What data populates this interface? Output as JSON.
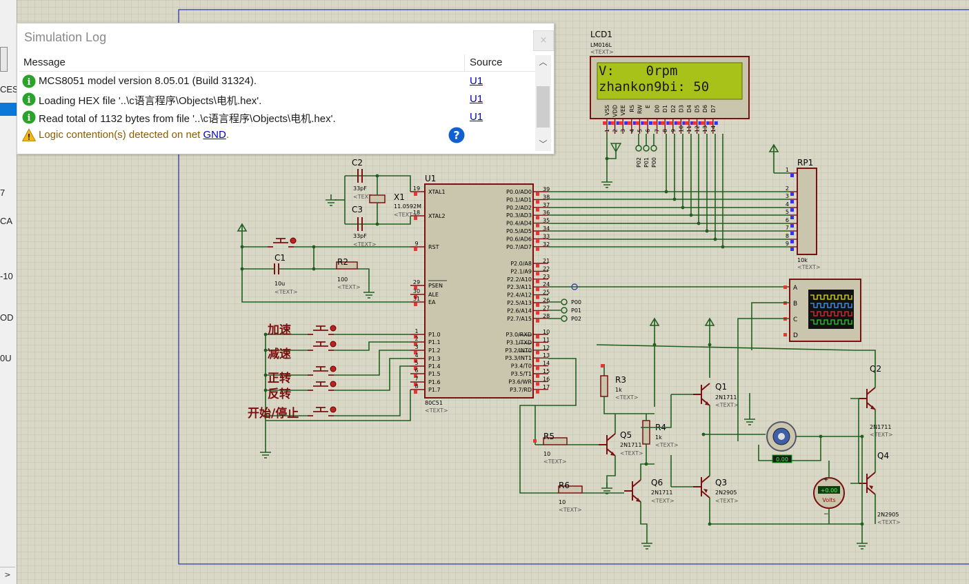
{
  "side_panel": {
    "cut_texts": [
      "CES",
      "7",
      "CA",
      "-10",
      "OD",
      "0U"
    ],
    "scroll_arrow": ">"
  },
  "log": {
    "title": "Simulation Log",
    "close_glyph": "×",
    "col_message": "Message",
    "col_source": "Source",
    "rows": [
      {
        "icon": "info-icon",
        "text": "MCS8051 model version 8.05.01 (Build 31324).",
        "source": "U1"
      },
      {
        "icon": "info-icon",
        "text": "Loading HEX file '..\\c语言程序\\Objects\\电机.hex'.",
        "source": "U1"
      },
      {
        "icon": "info-icon",
        "text": "Read total of 1132 bytes from file '..\\c语言程序\\Objects\\电机.hex'.",
        "source": "U1"
      }
    ],
    "warning": {
      "icon": "warning-icon",
      "text": "Logic contention(s) detected on net ",
      "net": "GND",
      "suffix": "."
    }
  },
  "lcd": {
    "ref": "LCD1",
    "model": "LM016L",
    "text_tag": "<TEXT>",
    "line1": "V:    0rpm",
    "line2": "zhankon9bi: 50",
    "pins": [
      "VSS",
      "VDD",
      "VEE",
      "RS",
      "RW",
      "E",
      "D0",
      "D1",
      "D2",
      "D3",
      "D4",
      "D5",
      "D6",
      "D7"
    ],
    "pin_numbers": [
      "1",
      "2",
      "3",
      "4",
      "5",
      "6",
      "7",
      "8",
      "9",
      "10",
      "11",
      "12",
      "13",
      "14"
    ],
    "probes": [
      "P02",
      "P01",
      "P00"
    ]
  },
  "mcu": {
    "ref": "U1",
    "model": "80C51",
    "text_tag": "<TEXT>",
    "left_pins": [
      {
        "num": "19",
        "name": "XTAL1"
      },
      {
        "num": "18",
        "name": "XTAL2"
      },
      {
        "num": "9",
        "name": "RST"
      },
      {
        "num": "29",
        "name": "PSEN"
      },
      {
        "num": "30",
        "name": "ALE"
      },
      {
        "num": "31",
        "name": "EA"
      },
      {
        "num": "1",
        "name": "P1.0"
      },
      {
        "num": "2",
        "name": "P1.1"
      },
      {
        "num": "3",
        "name": "P1.2"
      },
      {
        "num": "4",
        "name": "P1.3"
      },
      {
        "num": "5",
        "name": "P1.4"
      },
      {
        "num": "6",
        "name": "P1.5"
      },
      {
        "num": "7",
        "name": "P1.6"
      },
      {
        "num": "8",
        "name": "P1.7"
      }
    ],
    "right_pins": [
      {
        "num": "39",
        "name": "P0.0/AD0"
      },
      {
        "num": "38",
        "name": "P0.1/AD1"
      },
      {
        "num": "37",
        "name": "P0.2/AD2"
      },
      {
        "num": "36",
        "name": "P0.3/AD3"
      },
      {
        "num": "35",
        "name": "P0.4/AD4"
      },
      {
        "num": "34",
        "name": "P0.5/AD5"
      },
      {
        "num": "33",
        "name": "P0.6/AD6"
      },
      {
        "num": "32",
        "name": "P0.7/AD7"
      },
      {
        "num": "21",
        "name": "P2.0/A8"
      },
      {
        "num": "22",
        "name": "P2.1/A9"
      },
      {
        "num": "23",
        "name": "P2.2/A10"
      },
      {
        "num": "24",
        "name": "P2.3/A11"
      },
      {
        "num": "25",
        "name": "P2.4/A12"
      },
      {
        "num": "26",
        "name": "P2.5/A13"
      },
      {
        "num": "27",
        "name": "P2.6/A14"
      },
      {
        "num": "28",
        "name": "P2.7/A15"
      },
      {
        "num": "10",
        "name": "P3.0/RXD"
      },
      {
        "num": "11",
        "name": "P3.1/TXD"
      },
      {
        "num": "12",
        "name": "P3.2/INT0"
      },
      {
        "num": "13",
        "name": "P3.3/INT1"
      },
      {
        "num": "14",
        "name": "P3.4/T0"
      },
      {
        "num": "15",
        "name": "P3.5/T1"
      },
      {
        "num": "16",
        "name": "P3.6/WR"
      },
      {
        "num": "17",
        "name": "P3.7/RD"
      }
    ],
    "port2_probes": [
      "P00",
      "P01",
      "P02"
    ]
  },
  "components": {
    "c2": {
      "ref": "C2",
      "value": "33pF",
      "tag": "<TEXT>"
    },
    "c3": {
      "ref": "C3",
      "value": "33pF",
      "tag": "<TEXT>"
    },
    "x1": {
      "ref": "X1",
      "value": "11.0592M",
      "tag": "<TEXT>"
    },
    "c1": {
      "ref": "C1",
      "value": "10u",
      "tag": "<TEXT>"
    },
    "r2": {
      "ref": "R2",
      "value": "100",
      "tag": "<TEXT>"
    },
    "rp1": {
      "ref": "RP1",
      "value": "10k",
      "tag": "<TEXT>",
      "pins": [
        "1",
        "2",
        "3",
        "4",
        "5",
        "6",
        "7",
        "8",
        "9"
      ]
    },
    "r3": {
      "ref": "R3",
      "value": "1k",
      "tag": "<TEXT>"
    },
    "r4": {
      "ref": "R4",
      "value": "1k",
      "tag": "<TEXT>"
    },
    "r5": {
      "ref": "R5",
      "value": "10",
      "tag": "<TEXT>"
    },
    "r6": {
      "ref": "R6",
      "value": "10",
      "tag": "<TEXT>"
    },
    "q1": {
      "ref": "Q1",
      "value": "2N1711",
      "tag": "<TEXT>"
    },
    "q2": {
      "ref": "Q2",
      "value": "2N1711",
      "tag": "<TEXT>"
    },
    "q3": {
      "ref": "Q3",
      "value": "2N2905",
      "tag": "<TEXT>"
    },
    "q4": {
      "ref": "Q4",
      "value": "2N2905",
      "tag": "<TEXT>"
    },
    "q5": {
      "ref": "Q5",
      "value": "2N1711",
      "tag": "<TEXT>"
    },
    "q6": {
      "ref": "Q6",
      "value": "2N1711",
      "tag": "<TEXT>"
    },
    "motor_readout": "0.00",
    "voltmeter": {
      "value": "+0.00",
      "unit": "Volts",
      "plus": "+",
      "minus": "−"
    },
    "scope_channels": [
      "A",
      "B",
      "C",
      "D"
    ]
  },
  "buttons": {
    "accel": "加速",
    "decel": "减速",
    "forward": "正转",
    "reverse": "反转",
    "startstop": "开始/停止"
  },
  "colors": {
    "sheet_bg": "#d9d7c6",
    "grid": "#c3c1ae",
    "wire": "#1f5f1f",
    "component": "#7a1010",
    "component_fill": "#c9c6ad",
    "lcd_screen": "#a9c21a",
    "label_cn": "#7a1010"
  }
}
